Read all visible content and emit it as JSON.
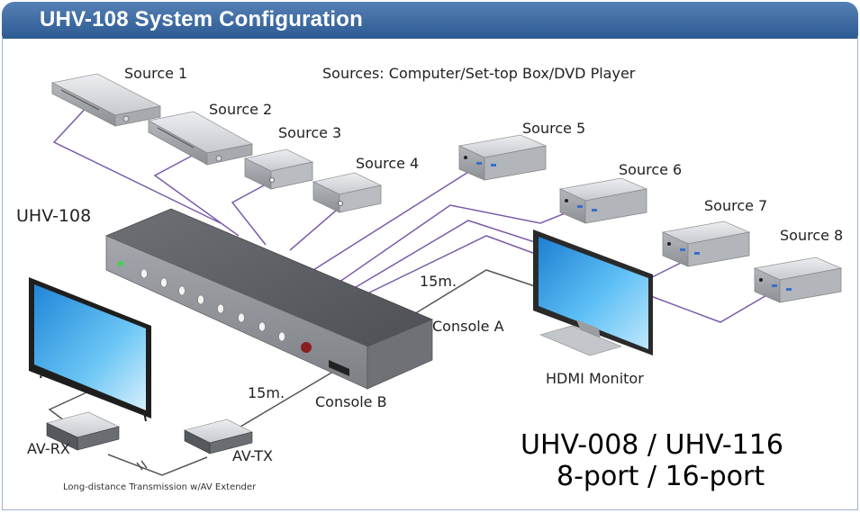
{
  "header": {
    "title": "UHV-108 System Configuration"
  },
  "sources_caption": "Sources: Computer/Set-top Box/DVD Player",
  "sources": [
    {
      "label": "Source 1"
    },
    {
      "label": "Source 2"
    },
    {
      "label": "Source 3"
    },
    {
      "label": "Source 4"
    },
    {
      "label": "Source 5"
    },
    {
      "label": "Source 6"
    },
    {
      "label": "Source 7"
    },
    {
      "label": "Source 8"
    }
  ],
  "switch": {
    "label": "UHV-108"
  },
  "console_a": {
    "label": "Console A",
    "distance": "15m."
  },
  "console_b": {
    "label": "Console B",
    "distance": "15m."
  },
  "monitor": {
    "label": "HDMI Monitor"
  },
  "extender": {
    "rx_label": "AV-RX",
    "tx_label": "AV-TX",
    "caption": "Long-distance Transmission w/AV Extender"
  },
  "models": {
    "line1": "UHV-008 / UHV-116",
    "line2": "8-port / 16-port"
  },
  "colors": {
    "header": "#3a659d",
    "cable_purple": "#7a5aa8",
    "cable_gray": "#555555",
    "device_silver": "#c9ccd1",
    "switch_body": "#8a8d92",
    "screen_blue": "#36a0e8"
  }
}
